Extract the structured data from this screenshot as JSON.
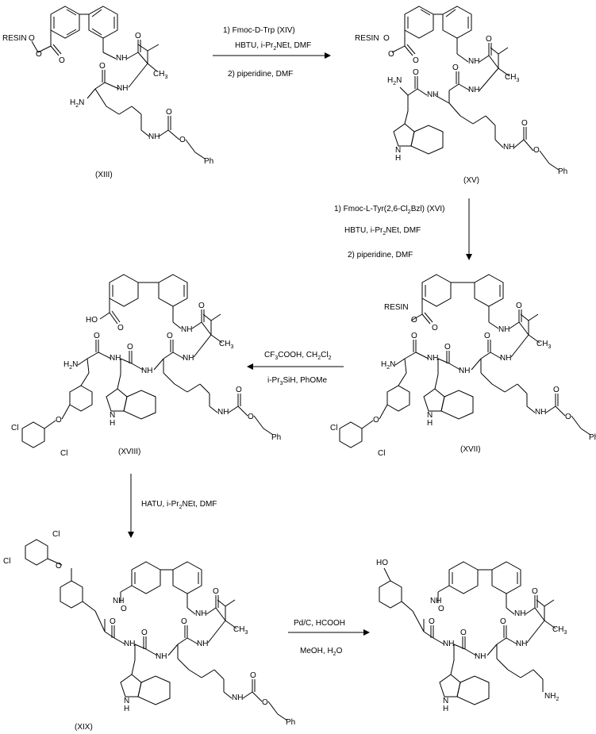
{
  "compounds": {
    "c13": "(XIII)",
    "c15": "(XV)",
    "c17": "(XVII)",
    "c18": "(XVIII)",
    "c19": "(XIX)"
  },
  "steps": {
    "s1": {
      "line1": "1)  Fmoc-D-Trp   (XIV)",
      "line2a": "HBTU, i-Pr",
      "line2b": "2",
      "line2c": "NEt, DMF",
      "line3": "2)  piperidine, DMF"
    },
    "s2": {
      "line1a": "1)  Fmoc-L-Tyr(2,6-Cl",
      "line1b": "2",
      "line1c": "Bzl) (XVI)",
      "line2a": "HBTU, i-Pr",
      "line2b": "2",
      "line2c": "NEt, DMF",
      "line3": "2)  piperidine, DMF"
    },
    "s3": {
      "line1a": "CF",
      "line1b": "3",
      "line1c": "COOH, CH",
      "line1d": "2",
      "line1e": "Cl",
      "line1f": "2",
      "line2a": "i-Pr",
      "line2b": "3",
      "line2c": "SiH, PhOMe"
    },
    "s4": {
      "line1a": "HATU, i-Pr",
      "line1b": "2",
      "line1c": "NEt, DMF"
    },
    "s5": {
      "line1": "Pd/C, HCOOH",
      "line2a": "MeOH, H",
      "line2b": "2",
      "line2c": "O"
    }
  },
  "atoms": {
    "resin": "RESIN",
    "o": "O",
    "nh": "N",
    "h": "H",
    "ch3": "CH",
    "three": "3",
    "h2n": "H",
    "two": "2",
    "n": "N",
    "ph": "Ph",
    "ho": "HO",
    "cl": "Cl",
    "nh2": "NH"
  }
}
